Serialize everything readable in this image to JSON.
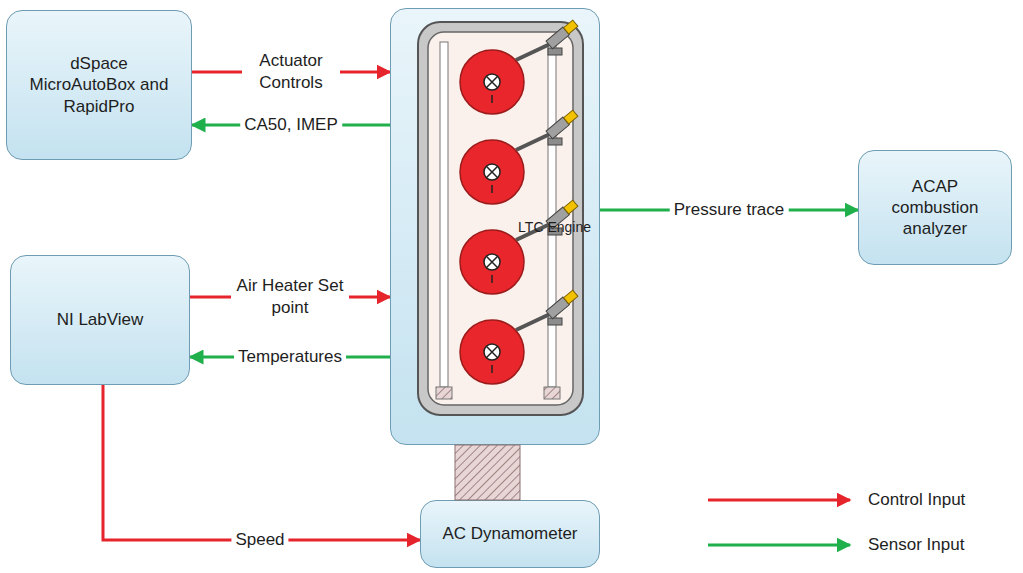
{
  "diagram": {
    "nodes": [
      {
        "text": [
          "dSpace MicroAutoBox and RapidPro"
        ]
      },
      {
        "text": [
          "LTC Engine"
        ]
      },
      {
        "text": [
          "ACAP combustion analyzer"
        ]
      },
      {
        "text": [
          "NI LabView"
        ]
      },
      {
        "text": [
          "AC Dynamometer"
        ]
      }
    ],
    "edges": [
      {
        "from": 0,
        "to": 1,
        "label": "Actuator Controls",
        "arrow": "to"
      },
      {
        "from": 1,
        "to": 0,
        "label": "CA50, IMEP",
        "arrow": "to"
      },
      {
        "from": 1,
        "to": 2,
        "label": "Pressure trace",
        "arrow": "to"
      },
      {
        "from": 3,
        "to": 1,
        "label": "Air Heater Set point",
        "arrow": "to"
      },
      {
        "from": 1,
        "to": 3,
        "label": "Temperatures",
        "arrow": "to"
      },
      {
        "from": 3,
        "to": 4,
        "label": "Speed",
        "arrow": "to"
      }
    ],
    "legend": [
      {
        "text": "Control Input"
      },
      {
        "text": "Sensor Input"
      }
    ]
  }
}
